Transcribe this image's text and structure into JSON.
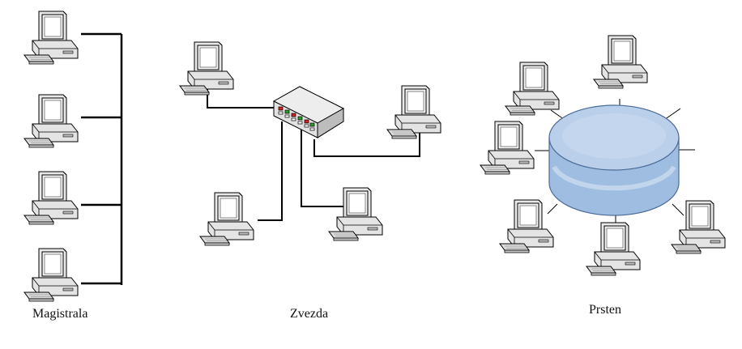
{
  "labels": {
    "bus": "Magistrala",
    "star": "Zvezda",
    "ring": "Prsten"
  },
  "icons": {
    "computer": "desktop-computer-icon",
    "switch": "network-switch-icon",
    "ring_hub": "ring-hub-cylinder"
  },
  "colors": {
    "line": "#000000",
    "monitor_body": "#e6e6e6",
    "screen": "#f4f4f4",
    "hub_fill": "#9fbde0",
    "hub_stroke": "#4a6a98",
    "switch_body": "#d9d9d9",
    "port_red": "#d62020",
    "port_green": "#2aa02a"
  }
}
